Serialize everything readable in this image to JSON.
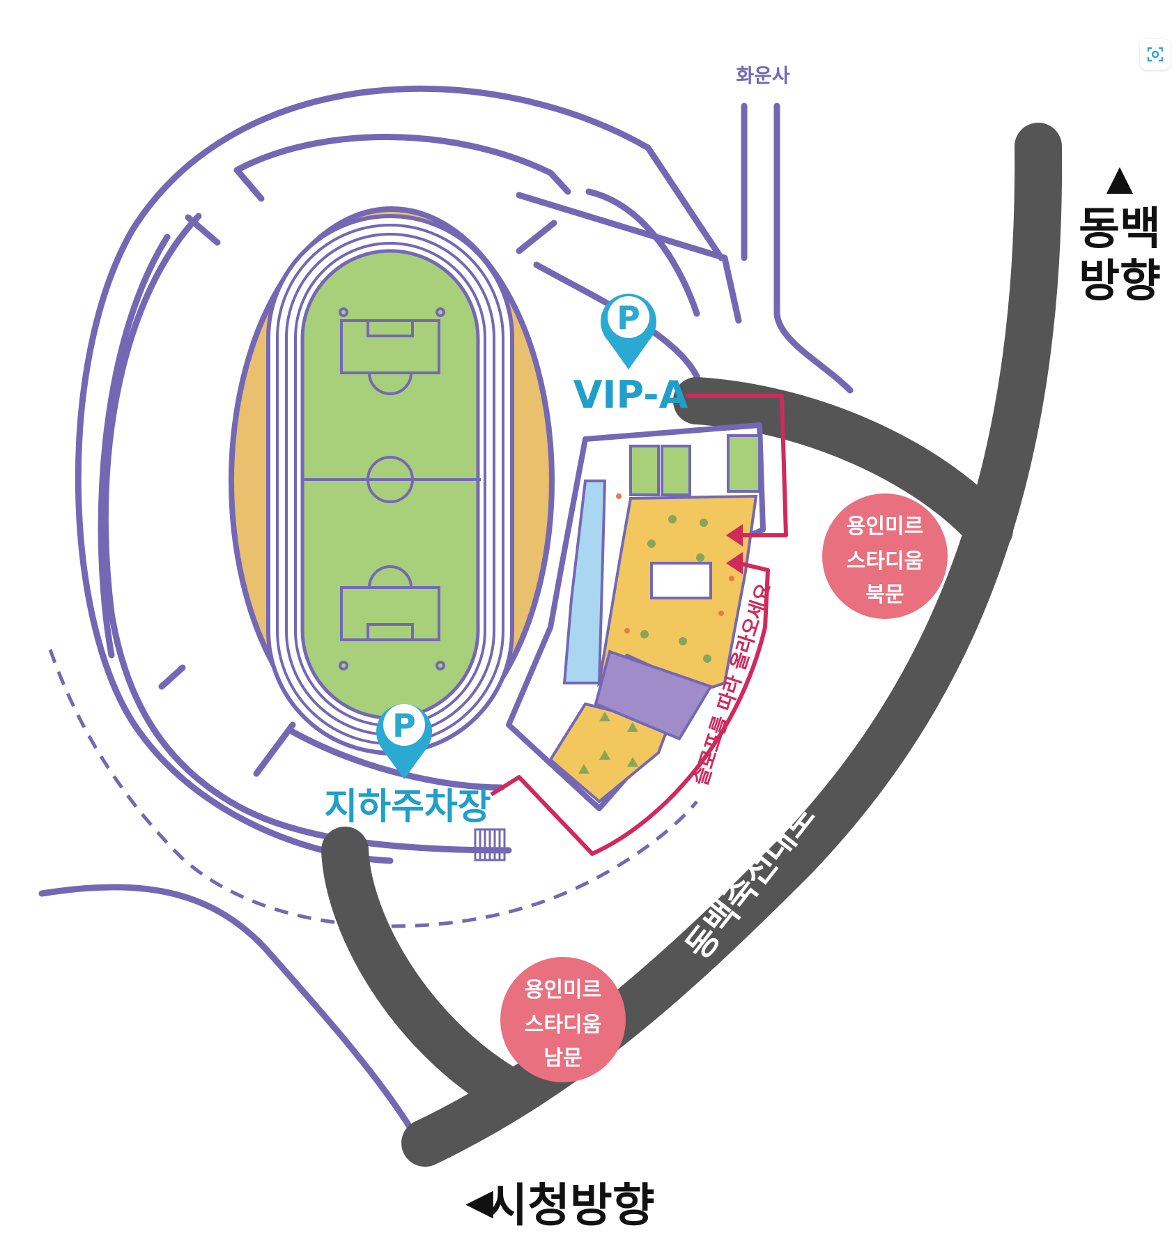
{
  "map": {
    "landmarks": {
      "temple": "화운사"
    },
    "directions": {
      "north": {
        "arrow": "▲",
        "line1": "동백",
        "line2": "방향"
      },
      "city_hall": {
        "arrow": "◀",
        "text": "시청방향"
      }
    },
    "road_name": "동백죽전대로",
    "parking": [
      {
        "icon": "P",
        "label": "VIP-A"
      },
      {
        "icon": "P",
        "label": "지하주차장"
      }
    ],
    "route_note": "슬로프를 따라 올라오세요",
    "gates": {
      "north": {
        "line1": "용인미르",
        "line2": "스타디움",
        "line3": "북문"
      },
      "south": {
        "line1": "용인미르",
        "line2": "스타디움",
        "line3": "남문"
      }
    },
    "colors": {
      "road": "#555555",
      "outline": "#7468b5",
      "field": "#a8cf7a",
      "track_outer": "#e8c06e",
      "parking_pin": "#2aa9d3",
      "parking_text": "#1f9fc9",
      "gate_circle": "#e9707f",
      "route": "#d02a5c",
      "plaza": "#f1c75e",
      "purple_block": "#9f8cc8",
      "water": "#a9d6f0"
    }
  }
}
